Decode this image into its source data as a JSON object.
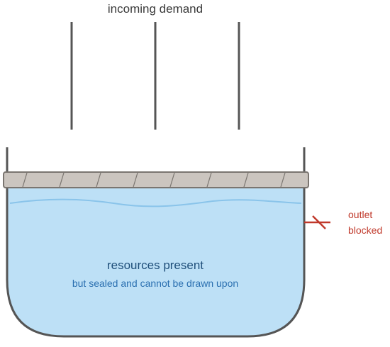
{
  "labels": {
    "top": "incoming demand",
    "main": "resources present",
    "sub": "but sealed and cannot be drawn upon",
    "outlet_line1": "outlet",
    "outlet_line2": "blocked"
  },
  "colors": {
    "text_gray": "#3a3a3a",
    "stroke_dark": "#555555",
    "water_fill": "#bde0f6",
    "water_wave": "#8ac4ea",
    "lid_fill": "#cbc5bf",
    "lid_stroke": "#7a7570",
    "text_blue_dark": "#1f4f7a",
    "text_blue": "#2a6fb0",
    "outlet_red": "#c0392b"
  }
}
